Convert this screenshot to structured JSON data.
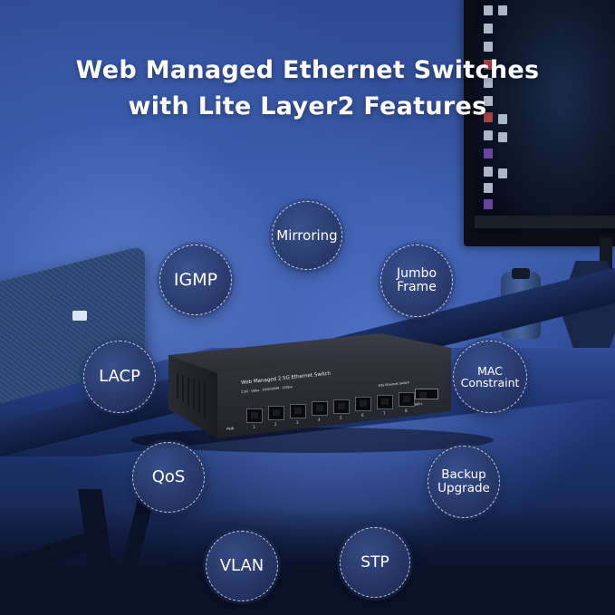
{
  "headline": {
    "line1": "Web Managed Ethernet Switches",
    "line2": "with Lite Layer2 Features"
  },
  "features": [
    {
      "label": "Mirroring"
    },
    {
      "label": "IGMP"
    },
    {
      "label": "Jumbo\nFrame"
    },
    {
      "label": "LACP"
    },
    {
      "label": "MAC\nConstraint"
    },
    {
      "label": "QoS"
    },
    {
      "label": "Backup\nUpgrade"
    },
    {
      "label": "VLAN"
    },
    {
      "label": "STP"
    }
  ],
  "device": {
    "model_text": "Web Managed 2.5G Ethernet Switch",
    "speed_text": "2.5G · Gbps · 1000/100M · 10Gbe",
    "uplink_text": "10G Ethernet Switch",
    "sfp_label": "SFP+",
    "power_label": "PWR",
    "port_numbers": [
      "1",
      "2",
      "3",
      "4",
      "5",
      "6",
      "7",
      "8"
    ]
  }
}
